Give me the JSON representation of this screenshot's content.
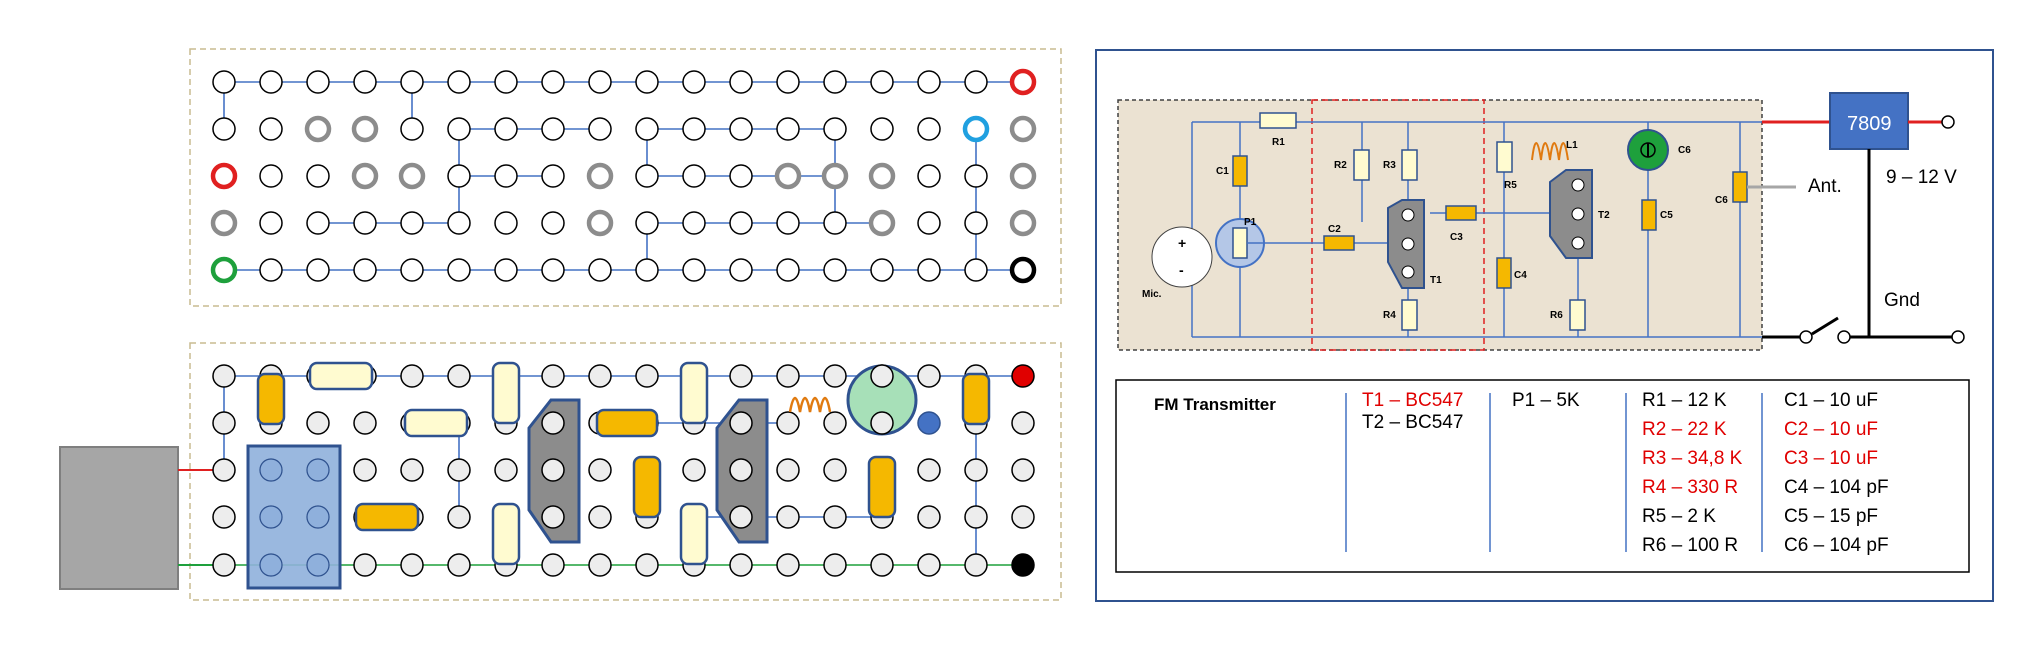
{
  "regulator": {
    "label": "7809",
    "voltage": "9 – 12 V",
    "ground": "Gnd",
    "antenna": "Ant."
  },
  "schematic_labels": {
    "r1": "R1",
    "r2": "R2",
    "r3": "R3",
    "r4": "R4",
    "r5": "R5",
    "r6": "R6",
    "c1": "C1",
    "c2": "C2",
    "c3": "C3",
    "c4": "C4",
    "c5": "C5",
    "c6": "C6",
    "c6b": "C6",
    "l1": "L1",
    "t1": "T1",
    "t2": "T2",
    "p1": "P1",
    "mic": "Mic.",
    "plus": "+",
    "minus": "-"
  },
  "table": {
    "title": "FM Transmitter",
    "transistors": [
      {
        "text": "T1 – BC547",
        "color": "#e00000"
      },
      {
        "text": "T2 – BC547",
        "color": "#000000"
      }
    ],
    "pots": [
      {
        "text": "P1 – 5K",
        "color": "#000000"
      }
    ],
    "resistors": [
      {
        "text": "R1 – 12 K",
        "color": "#000000"
      },
      {
        "text": "R2 – 22 K",
        "color": "#e00000"
      },
      {
        "text": "R3 – 34,8 K",
        "color": "#e00000"
      },
      {
        "text": "R4 – 330 R",
        "color": "#e00000"
      },
      {
        "text": "R5 – 2 K",
        "color": "#000000"
      },
      {
        "text": "R6 – 100 R",
        "color": "#000000"
      }
    ],
    "capacitors": [
      {
        "text": "C1 – 10 uF",
        "color": "#000000"
      },
      {
        "text": "C2 – 10 uF",
        "color": "#e00000"
      },
      {
        "text": "C3 – 10 uF",
        "color": "#e00000"
      },
      {
        "text": "C4 – 104 pF",
        "color": "#000000"
      },
      {
        "text": "C5 – 15 pF",
        "color": "#000000"
      },
      {
        "text": "C6 – 104 pF",
        "color": "#000000"
      }
    ]
  },
  "colors": {
    "trace": "#4472c4",
    "gnd_trace": "#1ea03c",
    "vcc_trace": "#e02020",
    "cap": "#f5b800",
    "resistor": "#fffbd0",
    "transistor": "#8c8c8c",
    "board_bg": "#ebe2d2",
    "border_blue": "#2f528f"
  }
}
